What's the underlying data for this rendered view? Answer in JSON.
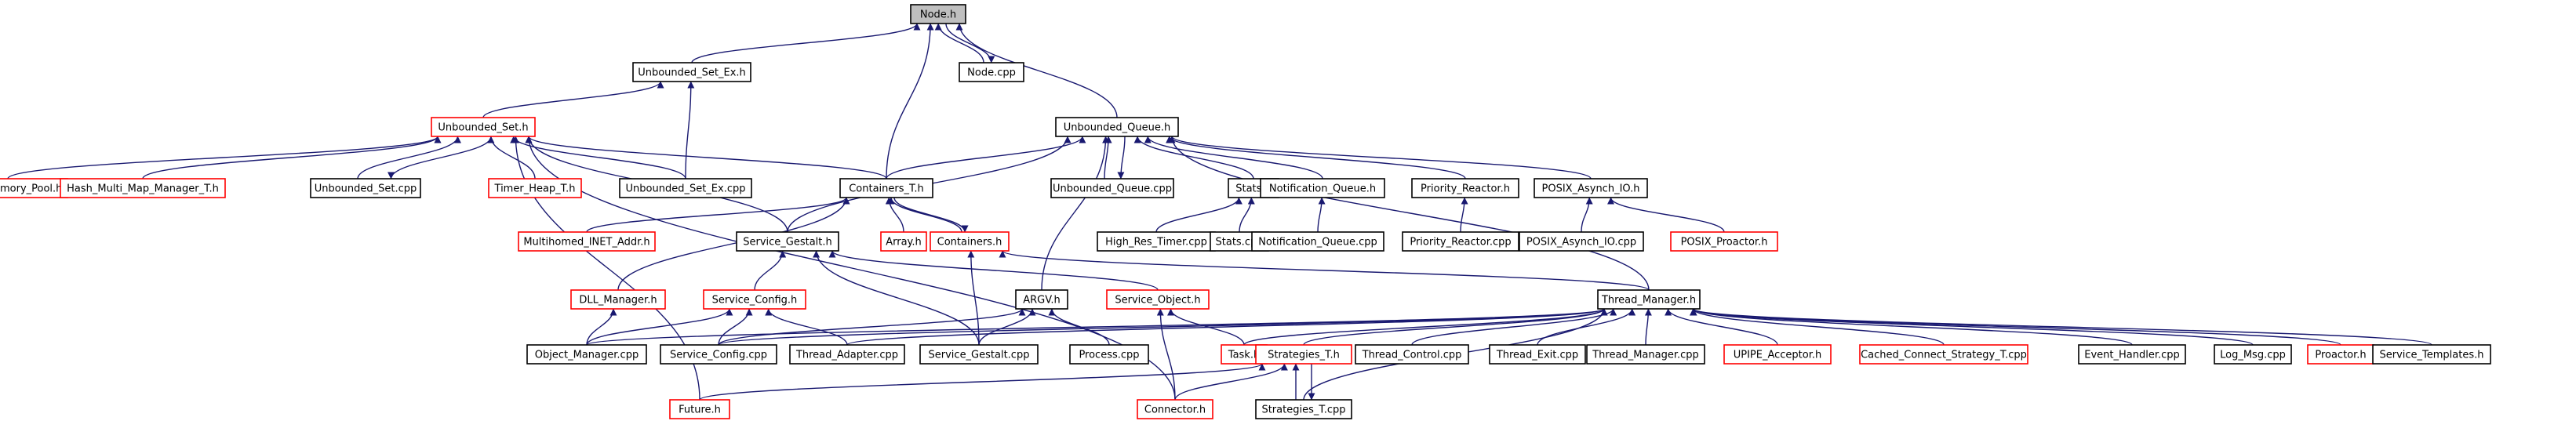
{
  "colors": {
    "edge": "#191970",
    "black_border": "#000000",
    "red_border": "#ff0000",
    "root_fill": "#bfbfbf"
  },
  "nodes": {
    "node_h": {
      "label": "Node.h",
      "border": "root"
    },
    "node_cpp": {
      "label": "Node.cpp",
      "border": "black"
    },
    "unbounded_set_ex_h": {
      "label": "Unbounded_Set_Ex.h",
      "border": "black"
    },
    "unbounded_set_h": {
      "label": "Unbounded_Set.h",
      "border": "red"
    },
    "unbounded_queue_h": {
      "label": "Unbounded_Queue.h",
      "border": "black"
    },
    "local_memory_pool_h": {
      "label": "Local_Memory_Pool.h",
      "border": "red"
    },
    "hash_multi_map_manager_t_h": {
      "label": "Hash_Multi_Map_Manager_T.h",
      "border": "red"
    },
    "unbounded_set_cpp": {
      "label": "Unbounded_Set.cpp",
      "border": "black"
    },
    "timer_heap_t_h": {
      "label": "Timer_Heap_T.h",
      "border": "red"
    },
    "unbounded_set_ex_cpp": {
      "label": "Unbounded_Set_Ex.cpp",
      "border": "black"
    },
    "containers_t_h": {
      "label": "Containers_T.h",
      "border": "black"
    },
    "unbounded_queue_cpp": {
      "label": "Unbounded_Queue.cpp",
      "border": "black"
    },
    "stats_h": {
      "label": "Stats.h",
      "border": "black"
    },
    "notification_queue_h": {
      "label": "Notification_Queue.h",
      "border": "black"
    },
    "priority_reactor_h": {
      "label": "Priority_Reactor.h",
      "border": "black"
    },
    "posix_asynch_io_h": {
      "label": "POSIX_Asynch_IO.h",
      "border": "black"
    },
    "multihomed_inet_addr_h": {
      "label": "Multihomed_INET_Addr.h",
      "border": "red"
    },
    "service_gestalt_h": {
      "label": "Service_Gestalt.h",
      "border": "black"
    },
    "array_h": {
      "label": "Array.h",
      "border": "red"
    },
    "containers_h": {
      "label": "Containers.h",
      "border": "red"
    },
    "high_res_timer_cpp": {
      "label": "High_Res_Timer.cpp",
      "border": "black"
    },
    "stats_cpp": {
      "label": "Stats.cpp",
      "border": "black"
    },
    "notification_queue_cpp": {
      "label": "Notification_Queue.cpp",
      "border": "black"
    },
    "priority_reactor_cpp": {
      "label": "Priority_Reactor.cpp",
      "border": "black"
    },
    "posix_asynch_io_cpp": {
      "label": "POSIX_Asynch_IO.cpp",
      "border": "black"
    },
    "posix_proactor_h": {
      "label": "POSIX_Proactor.h",
      "border": "red"
    },
    "dll_manager_h": {
      "label": "DLL_Manager.h",
      "border": "red"
    },
    "service_config_h": {
      "label": "Service_Config.h",
      "border": "red"
    },
    "argv_h": {
      "label": "ARGV.h",
      "border": "black"
    },
    "service_object_h": {
      "label": "Service_Object.h",
      "border": "red"
    },
    "thread_manager_h": {
      "label": "Thread_Manager.h",
      "border": "black"
    },
    "object_manager_cpp": {
      "label": "Object_Manager.cpp",
      "border": "black"
    },
    "service_config_cpp": {
      "label": "Service_Config.cpp",
      "border": "black"
    },
    "thread_adapter_cpp": {
      "label": "Thread_Adapter.cpp",
      "border": "black"
    },
    "service_gestalt_cpp": {
      "label": "Service_Gestalt.cpp",
      "border": "black"
    },
    "process_cpp": {
      "label": "Process.cpp",
      "border": "black"
    },
    "task_h": {
      "label": "Task.h",
      "border": "red"
    },
    "strategies_t_h": {
      "label": "Strategies_T.h",
      "border": "red"
    },
    "thread_control_cpp": {
      "label": "Thread_Control.cpp",
      "border": "black"
    },
    "thread_exit_cpp": {
      "label": "Thread_Exit.cpp",
      "border": "black"
    },
    "thread_manager_cpp": {
      "label": "Thread_Manager.cpp",
      "border": "black"
    },
    "upipe_acceptor_h": {
      "label": "UPIPE_Acceptor.h",
      "border": "red"
    },
    "cached_connect_strategy_t_cpp": {
      "label": "Cached_Connect_Strategy_T.cpp",
      "border": "red"
    },
    "event_handler_cpp": {
      "label": "Event_Handler.cpp",
      "border": "black"
    },
    "log_msg_cpp": {
      "label": "Log_Msg.cpp",
      "border": "black"
    },
    "proactor_h": {
      "label": "Proactor.h",
      "border": "red"
    },
    "service_templates_h": {
      "label": "Service_Templates.h",
      "border": "black"
    },
    "future_h": {
      "label": "Future.h",
      "border": "red"
    },
    "connector_h": {
      "label": "Connector.h",
      "border": "red"
    },
    "strategies_t_cpp": {
      "label": "Strategies_T.cpp",
      "border": "black"
    }
  },
  "edges": [
    [
      "node_cpp",
      "node_h"
    ],
    [
      "node_h",
      "node_cpp"
    ],
    [
      "unbounded_set_ex_h",
      "node_h"
    ],
    [
      "unbounded_queue_h",
      "node_h"
    ],
    [
      "containers_t_h",
      "node_h"
    ],
    [
      "unbounded_set_h",
      "unbounded_set_ex_h"
    ],
    [
      "unbounded_set_ex_cpp",
      "unbounded_set_ex_h"
    ],
    [
      "local_memory_pool_h",
      "unbounded_set_h"
    ],
    [
      "hash_multi_map_manager_t_h",
      "unbounded_set_h"
    ],
    [
      "unbounded_set_cpp",
      "unbounded_set_h"
    ],
    [
      "unbounded_set_h",
      "unbounded_set_cpp"
    ],
    [
      "timer_heap_t_h",
      "unbounded_set_h"
    ],
    [
      "unbounded_set_ex_cpp",
      "unbounded_set_h"
    ],
    [
      "containers_t_h",
      "unbounded_set_h"
    ],
    [
      "service_gestalt_h",
      "unbounded_set_h"
    ],
    [
      "future_h",
      "unbounded_set_h"
    ],
    [
      "connector_h",
      "unbounded_set_h"
    ],
    [
      "containers_t_h",
      "unbounded_queue_h"
    ],
    [
      "unbounded_queue_cpp",
      "unbounded_queue_h"
    ],
    [
      "unbounded_queue_h",
      "unbounded_queue_cpp"
    ],
    [
      "stats_h",
      "unbounded_queue_h"
    ],
    [
      "notification_queue_h",
      "unbounded_queue_h"
    ],
    [
      "priority_reactor_h",
      "unbounded_queue_h"
    ],
    [
      "posix_asynch_io_h",
      "unbounded_queue_h"
    ],
    [
      "service_gestalt_h",
      "unbounded_queue_h"
    ],
    [
      "argv_h",
      "unbounded_queue_h"
    ],
    [
      "thread_manager_h",
      "unbounded_queue_h"
    ],
    [
      "multihomed_inet_addr_h",
      "containers_t_h"
    ],
    [
      "array_h",
      "containers_t_h"
    ],
    [
      "containers_h",
      "containers_t_h"
    ],
    [
      "containers_t_h",
      "containers_h"
    ],
    [
      "dll_manager_h",
      "containers_t_h"
    ],
    [
      "high_res_timer_cpp",
      "stats_h"
    ],
    [
      "stats_cpp",
      "stats_h"
    ],
    [
      "notification_queue_cpp",
      "notification_queue_h"
    ],
    [
      "priority_reactor_cpp",
      "priority_reactor_h"
    ],
    [
      "posix_asynch_io_cpp",
      "posix_asynch_io_h"
    ],
    [
      "posix_proactor_h",
      "posix_asynch_io_h"
    ],
    [
      "service_config_h",
      "service_gestalt_h"
    ],
    [
      "service_gestalt_cpp",
      "service_gestalt_h"
    ],
    [
      "service_object_h",
      "service_gestalt_h"
    ],
    [
      "thread_manager_h",
      "containers_h"
    ],
    [
      "service_gestalt_cpp",
      "containers_h"
    ],
    [
      "object_manager_cpp",
      "dll_manager_h"
    ],
    [
      "object_manager_cpp",
      "service_config_h"
    ],
    [
      "service_config_cpp",
      "service_config_h"
    ],
    [
      "thread_adapter_cpp",
      "service_config_h"
    ],
    [
      "service_config_cpp",
      "argv_h"
    ],
    [
      "service_gestalt_cpp",
      "argv_h"
    ],
    [
      "process_cpp",
      "argv_h"
    ],
    [
      "task_h",
      "service_object_h"
    ],
    [
      "connector_h",
      "service_object_h"
    ],
    [
      "object_manager_cpp",
      "thread_manager_h"
    ],
    [
      "service_config_cpp",
      "thread_manager_h"
    ],
    [
      "thread_adapter_cpp",
      "thread_manager_h"
    ],
    [
      "task_h",
      "thread_manager_h"
    ],
    [
      "strategies_t_h",
      "thread_manager_h"
    ],
    [
      "thread_control_cpp",
      "thread_manager_h"
    ],
    [
      "thread_exit_cpp",
      "thread_manager_h"
    ],
    [
      "thread_manager_cpp",
      "thread_manager_h"
    ],
    [
      "upipe_acceptor_h",
      "thread_manager_h"
    ],
    [
      "cached_connect_strategy_t_cpp",
      "thread_manager_h"
    ],
    [
      "event_handler_cpp",
      "thread_manager_h"
    ],
    [
      "log_msg_cpp",
      "thread_manager_h"
    ],
    [
      "proactor_h",
      "thread_manager_h"
    ],
    [
      "service_templates_h",
      "thread_manager_h"
    ],
    [
      "strategies_t_cpp",
      "thread_manager_h"
    ],
    [
      "future_h",
      "strategies_t_h"
    ],
    [
      "connector_h",
      "strategies_t_h"
    ],
    [
      "strategies_t_cpp",
      "strategies_t_h"
    ],
    [
      "strategies_t_h",
      "strategies_t_cpp"
    ]
  ]
}
